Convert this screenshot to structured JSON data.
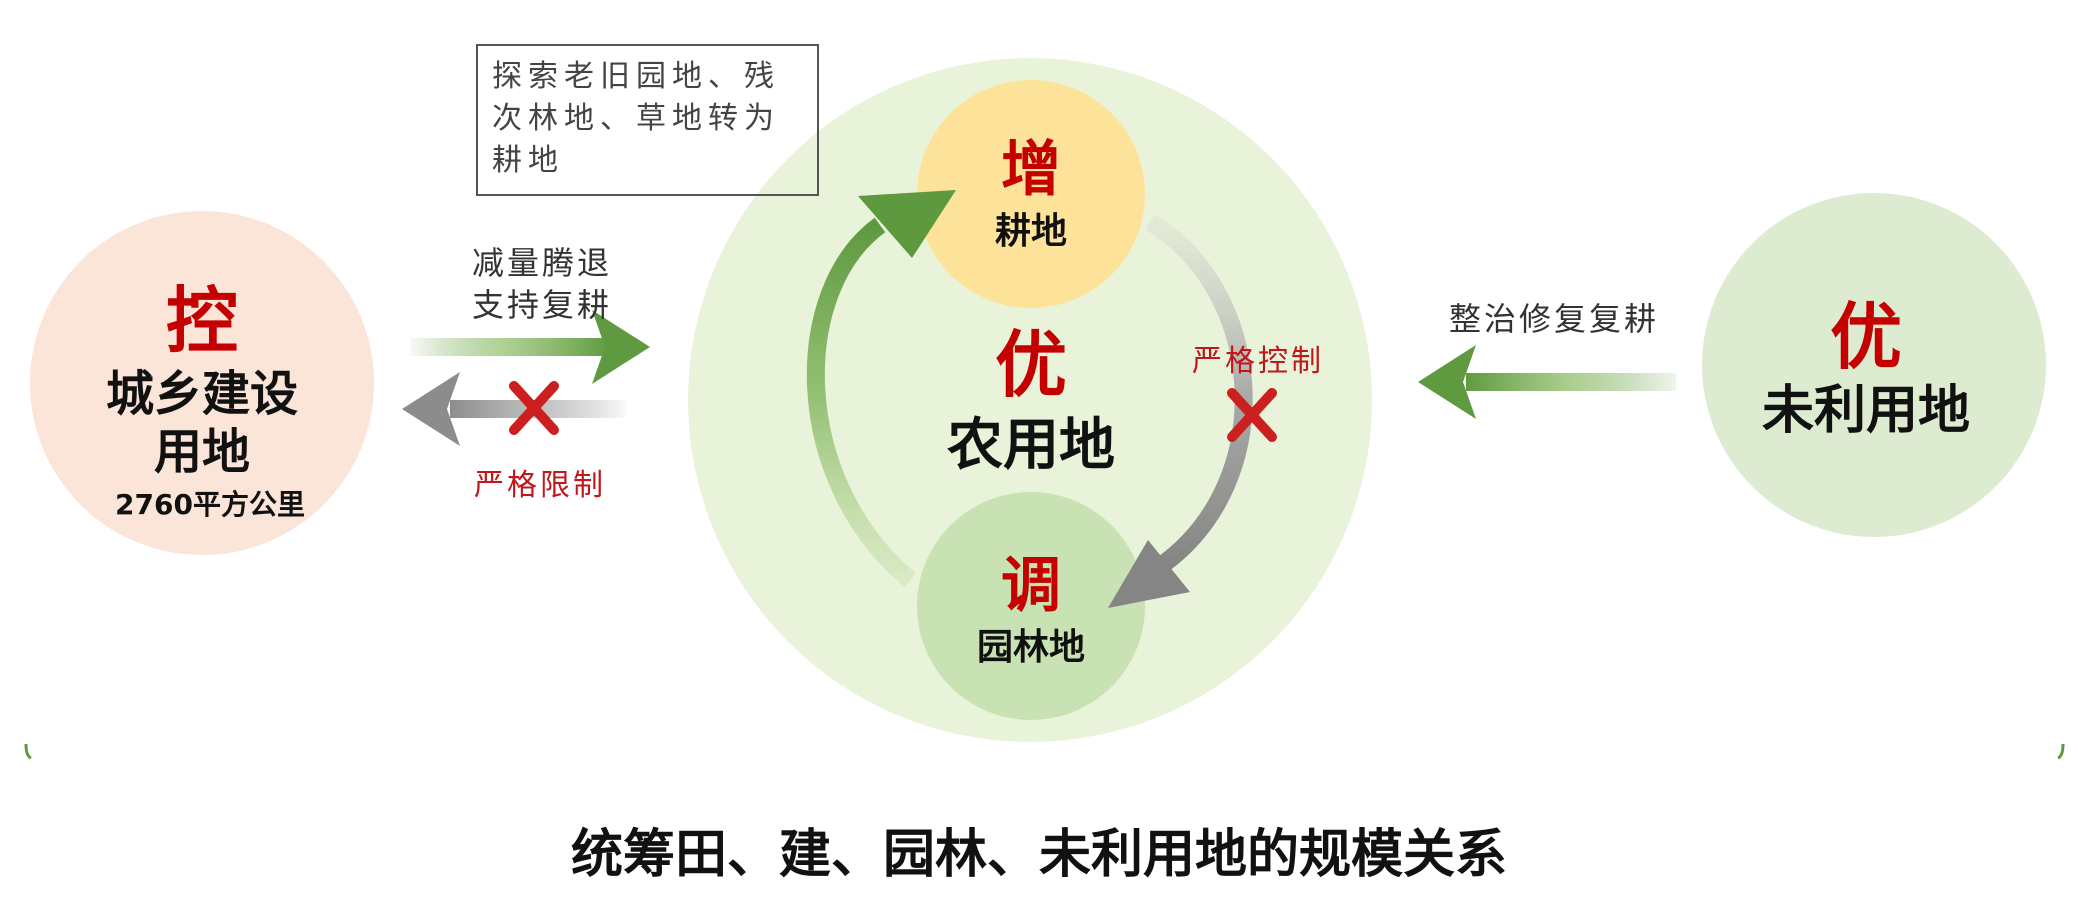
{
  "control_circle": {
    "keyword": "控",
    "title_line1": "城乡建设",
    "title_line2": "用地",
    "area": "2760平方公里"
  },
  "center_circle": {
    "keyword": "优",
    "title": "农用地"
  },
  "increase_circle": {
    "keyword": "增",
    "title": "耕地"
  },
  "adjust_circle": {
    "keyword": "调",
    "title": "园林地"
  },
  "unused_circle": {
    "keyword": "优",
    "title": "未利用地"
  },
  "note_box": {
    "text": "探索老旧园地、残次林地、草地转为耕地"
  },
  "left_arrows": {
    "top_label_line1": "减量腾退",
    "top_label_line2": "支持复耕",
    "bottom_label": "严格限制"
  },
  "cycle_arrows": {
    "right_label": "严格控制"
  },
  "right_arrow": {
    "label": "整治修复复耕"
  },
  "caption": "统筹田、建、园林、未利用地的规模关系",
  "colors": {
    "keyword_red": "#c40000",
    "control_fill": "#fbe4d8",
    "center_fill": "#e9f3d9",
    "increase_fill": "#fde39a",
    "adjust_fill": "#c9e2b3",
    "unused_fill": "#ddebd0",
    "green_arrow": "#67a04a",
    "gray_arrow": "#8c8c8c",
    "cross_red": "#cc1f1f"
  }
}
